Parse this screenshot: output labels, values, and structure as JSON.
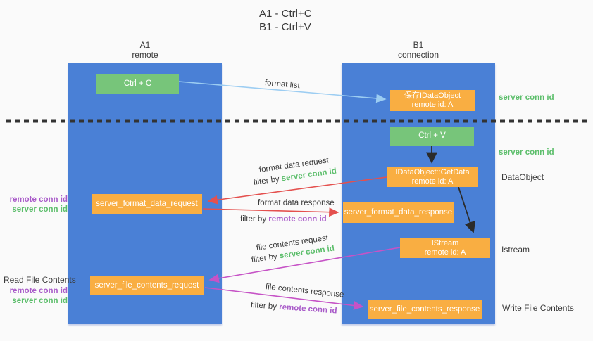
{
  "title": {
    "line1": "A1 - Ctrl+C",
    "line2": "B1 - Ctrl+V"
  },
  "lanes": {
    "left": {
      "name": "A1",
      "role": "remote"
    },
    "right": {
      "name": "B1",
      "role": "connection"
    }
  },
  "nodes": {
    "ctrl_c": "Ctrl + C",
    "ctrl_v": "Ctrl + V",
    "save_idataobject": {
      "line1": "保存IDataObject",
      "line2": "remote id: A"
    },
    "idataobject_getdata": {
      "line1": "IDataObject::GetData",
      "line2": "remote id: A"
    },
    "istream": {
      "line1": "IStream",
      "line2": "remote id: A"
    },
    "server_format_data_request": "server_format_data_request",
    "server_format_data_response": "server_format_data_response",
    "server_file_contents_request": "server_file_contents_request",
    "server_file_contents_response": "server_file_contents_response"
  },
  "edge_labels": {
    "format_list": "format list",
    "format_data_request": "format data request",
    "format_data_response": "format data response",
    "file_contents_request": "file contents request",
    "file_contents_response": "file contents response",
    "filter_by": "filter by",
    "server_conn_id": "server conn id",
    "remote_conn_id": "remote conn id"
  },
  "side_labels": {
    "server_conn_id": "server conn id",
    "remote_conn_id": "remote conn id",
    "dataobject": "DataObject",
    "istream": "Istream",
    "read_file_contents": "Read File Contents",
    "write_file_contents": "Write File Contents"
  },
  "colors": {
    "lane_blue": "#4A80D6",
    "node_green": "#77C57A",
    "node_orange": "#F9AE42",
    "conn_id_green": "#5CBE6B",
    "conn_id_purple": "#A95BC9",
    "arrow_blue": "#9CCDF2",
    "arrow_red": "#E4504E",
    "arrow_magenta": "#C653C6",
    "arrow_black": "#2B2B2B",
    "separator_dark": "#333333"
  }
}
